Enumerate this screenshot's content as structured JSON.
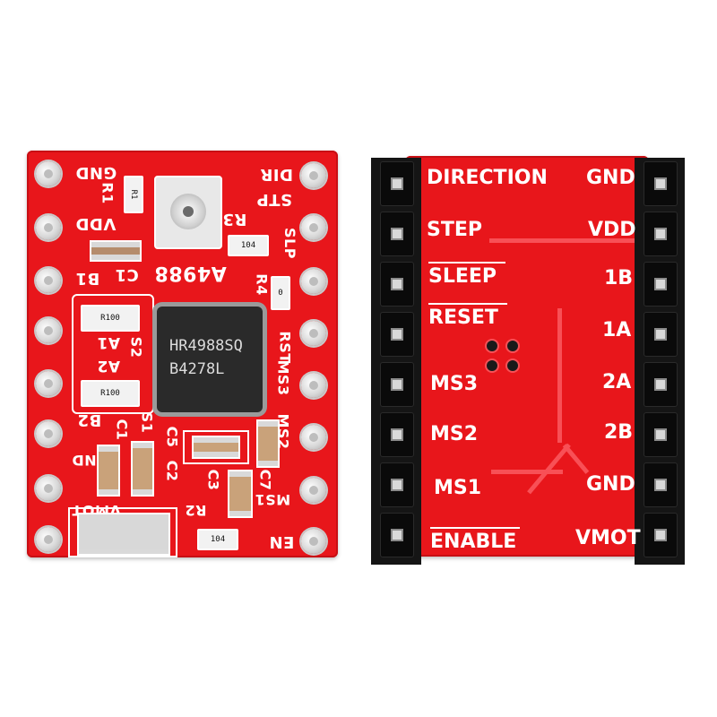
{
  "left_board": {
    "labels": {
      "gnd": "GND",
      "vdd": "VDD",
      "b1": "B1",
      "a1": "A1",
      "a2": "A2",
      "b2": "B2",
      "vmot": "VMOT",
      "gnd2": "GND",
      "dir": "DIR",
      "stp": "STP",
      "slp": "SLP",
      "rst": "RST",
      "ms3": "MS3",
      "ms2": "MS2",
      "ms1": "MS1",
      "en": "EN",
      "r1": "R1",
      "r2": "R2",
      "r3": "R3",
      "r4": "R4",
      "c1": "C1",
      "c1b": "C1",
      "c2": "C2",
      "c3": "C3",
      "c5": "C5",
      "c7": "C7",
      "s1": "S1",
      "s2": "S2",
      "model": "A4988"
    },
    "resistor_codes": {
      "r1": "R1",
      "r100_a": "R100",
      "r100_b": "R100",
      "r104_a": "104",
      "r104_b": "104",
      "r4": "0"
    },
    "chip": {
      "line1": "HR4988SQ",
      "line2": "B4278L"
    }
  },
  "right_board": {
    "left_labels": [
      "DIRECTION",
      "STEP",
      "SLEEP",
      "RESET",
      "MS3",
      "MS2",
      "MS1",
      "ENABLE"
    ],
    "right_labels": [
      "GND",
      "VDD",
      "1B",
      "1A",
      "2A",
      "2B",
      "GND",
      "VMOT"
    ]
  }
}
